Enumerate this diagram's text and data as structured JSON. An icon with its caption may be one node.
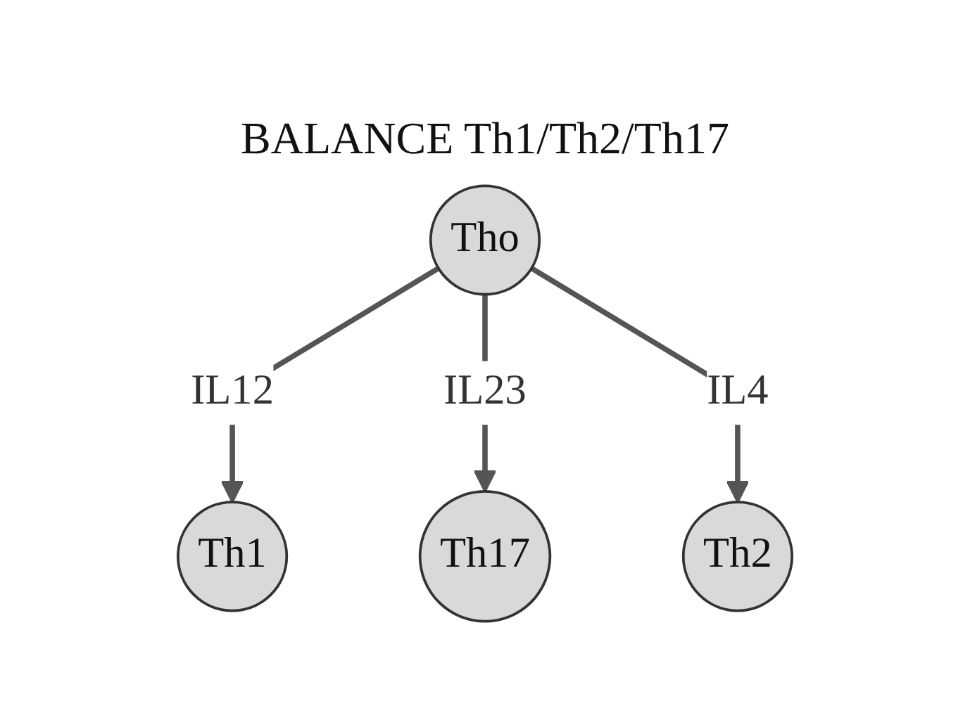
{
  "diagram": {
    "title": "BALANCE Th1/Th2/Th17",
    "nodes": [
      {
        "text": [
          "Tho"
        ]
      },
      {
        "text": [
          "Th1"
        ]
      },
      {
        "text": [
          "Th17"
        ]
      },
      {
        "text": [
          "Th2"
        ]
      }
    ],
    "edges": [
      {
        "from": 0,
        "to": 1,
        "arrow": "to",
        "label": "IL12"
      },
      {
        "from": 0,
        "to": 2,
        "arrow": "to",
        "label": "IL23"
      },
      {
        "from": 0,
        "to": 3,
        "arrow": "to",
        "label": "IL4"
      }
    ]
  }
}
